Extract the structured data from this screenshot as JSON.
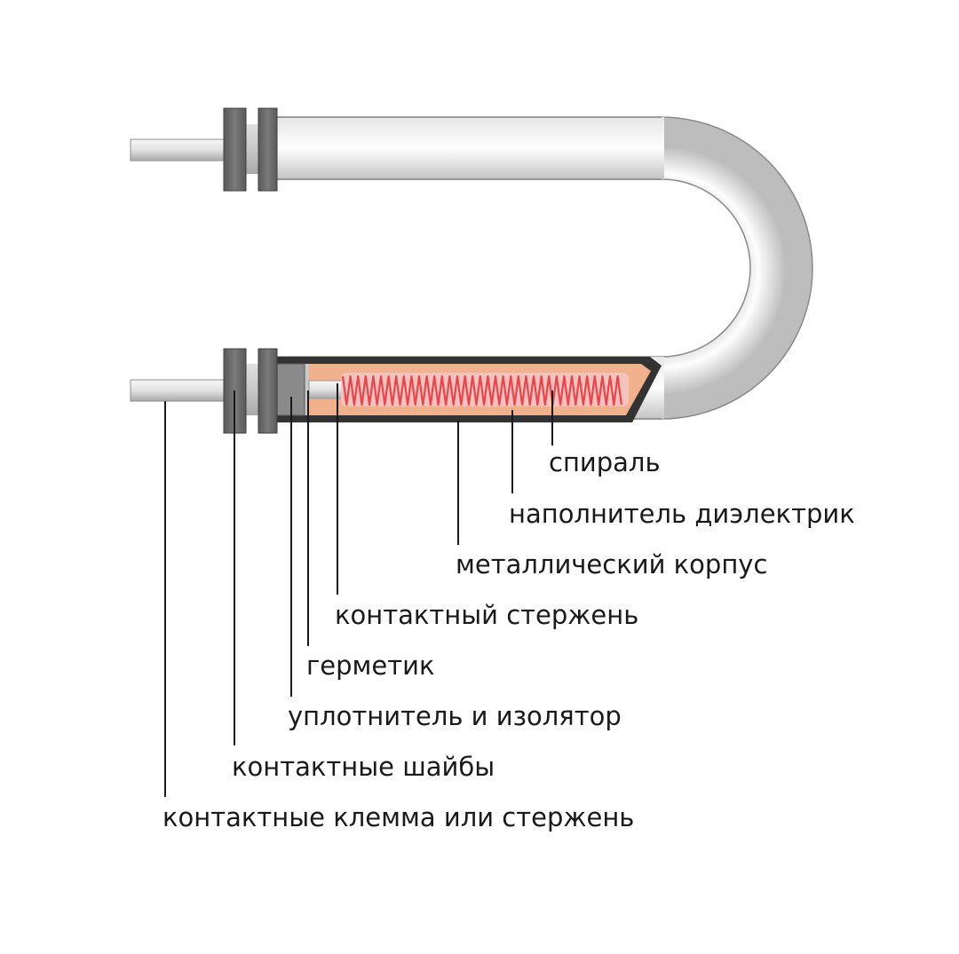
{
  "labels": {
    "spiral": "спираль",
    "filler": "наполнитель диэлектрик",
    "body": "металлический корпус",
    "contact_rod": "контактный стержень",
    "sealant": "герметик",
    "insulator": "уплотнитель и изолятор",
    "washers": "контактные шайбы",
    "terminal": "контактные клемма или стержень"
  },
  "colors": {
    "tube_light": "#f4f4f4",
    "tube_dark": "#b9b9b9",
    "tube_outline": "#333333",
    "filler": "#efb28d",
    "coil": "#e8454f",
    "washer": "#6e6e6e",
    "insulator": "#8a8a8a",
    "rod": "#d9d9d9"
  }
}
